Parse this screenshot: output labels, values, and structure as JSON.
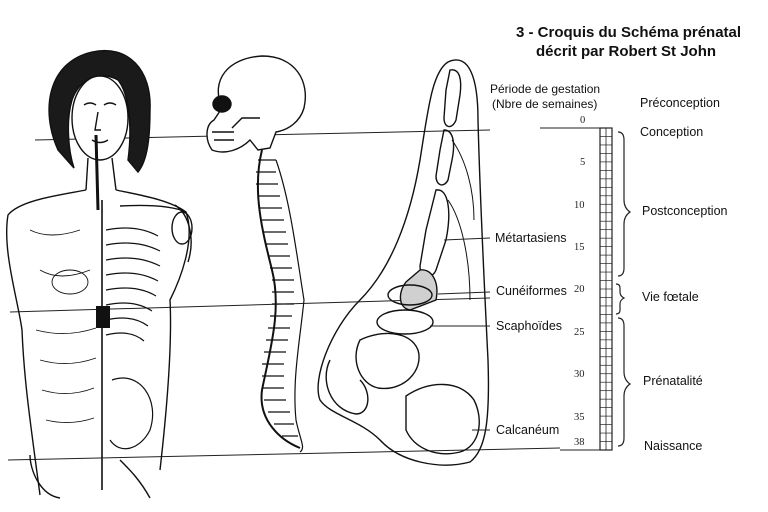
{
  "title": {
    "line1": "3 - Croquis du Schéma prénatal",
    "line2": "décrit par Robert St John"
  },
  "scale_header": {
    "line1": "Période de gestation",
    "line2": "(Nbre de semaines)"
  },
  "scale": {
    "min": 0,
    "max": 38,
    "ticks": [
      "0",
      "5",
      "10",
      "15",
      "20",
      "25",
      "30",
      "35",
      "38"
    ]
  },
  "bone_labels": {
    "metatarsiens": "Métartasiens",
    "cuneiformes": "Cunéiformes",
    "scaphoides": "Scaphoïdes",
    "calcaneum": "Calcanéum"
  },
  "phases": {
    "preconception": "Préconception",
    "conception": "Conception",
    "postconception": "Postconception",
    "vie_foetale": "Vie fœtale",
    "prenatalite": "Prénatalité",
    "naissance": "Naissance"
  }
}
